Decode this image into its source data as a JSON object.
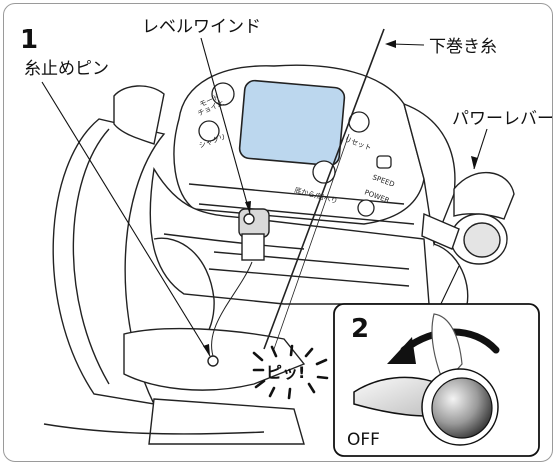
{
  "labels": {
    "step1": "1",
    "step2": "2",
    "line_stopper_pin": "糸止めピン",
    "level_wind": "レベルワインド",
    "underline": "下巻き糸",
    "power_lever": "パワーレバー",
    "pip_sound": "ピッ!",
    "off": "OFF"
  },
  "reel_buttons": {
    "mode": "モード",
    "chofu_set": "チョイ止\n巻き",
    "jigging": "シャクリ",
    "reset": "リセット",
    "bottom_mode": "底から/船べり",
    "speed": "SPEED",
    "power": "POWER"
  },
  "colors": {
    "lcd": "#bcd7ee",
    "line": "#111111",
    "inset_border": "#111111",
    "frame_border": "#9a9a9a"
  }
}
